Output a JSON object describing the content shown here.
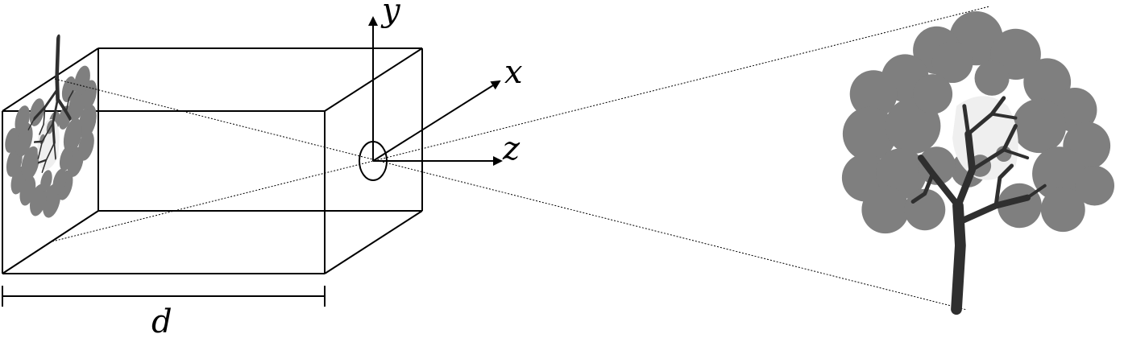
{
  "labels": {
    "y_axis": "y",
    "x_axis": "x",
    "z_axis": "z",
    "depth": "d"
  },
  "colors": {
    "line": "#000000",
    "foliage": "#7f7f7f",
    "trunk": "#2f2f2f",
    "sky_gap": "#efefef",
    "background": "#ffffff"
  },
  "icons": [
    "pinhole-aperture",
    "tree-object",
    "inverted-tree-image"
  ]
}
